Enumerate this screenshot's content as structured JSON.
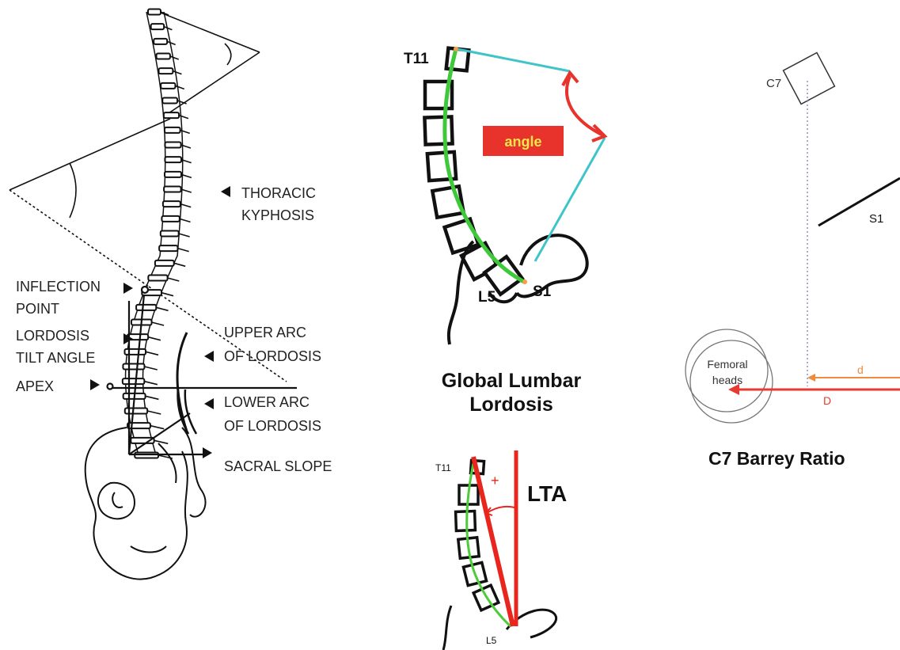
{
  "left_panel": {
    "labels": {
      "thoracic_kyphosis_1": "THORACIC",
      "thoracic_kyphosis_2": "KYPHOSIS",
      "inflection_point_1": "INFLECTION",
      "inflection_point_2": "POINT",
      "lordosis_tilt_1": "LORDOSIS",
      "lordosis_tilt_2": "TILT ANGLE",
      "apex": "APEX",
      "upper_arc_1": "UPPER ARC",
      "upper_arc_2": "OF LORDOSIS",
      "lower_arc_1": "LOWER ARC",
      "lower_arc_2": "OF LORDOSIS",
      "sacral_slope": "SACRAL SLOPE"
    }
  },
  "global_lumbar_panel": {
    "top_label": "T11",
    "bottom_left_label": "L5",
    "bottom_right_label": "S1",
    "angle_box": "angle",
    "caption_line1": "Global Lumbar",
    "caption_line2": "Lordosis",
    "colors": {
      "curve": "#3ec83a",
      "lines": "#3fc5c9",
      "arrow": "#e8322c",
      "box": "#e8322c",
      "box_text": "#f3e64a"
    }
  },
  "lta_panel": {
    "top_label": "T11",
    "bottom_label": "L5",
    "plus_sign": "+",
    "title": "LTA",
    "colors": {
      "red": "#e8261e",
      "curve": "#4ecb3a"
    }
  },
  "barrey_panel": {
    "c7_label": "C7",
    "s1_label": "S1",
    "femoral_label_1": "Femoral",
    "femoral_label_2": "heads",
    "d_small": "d",
    "d_big": "D",
    "caption": "C7 Barrey Ratio",
    "colors": {
      "d_small": "#f08a3c",
      "d_big": "#e83a30",
      "dotted": "#8e8ec8"
    }
  }
}
